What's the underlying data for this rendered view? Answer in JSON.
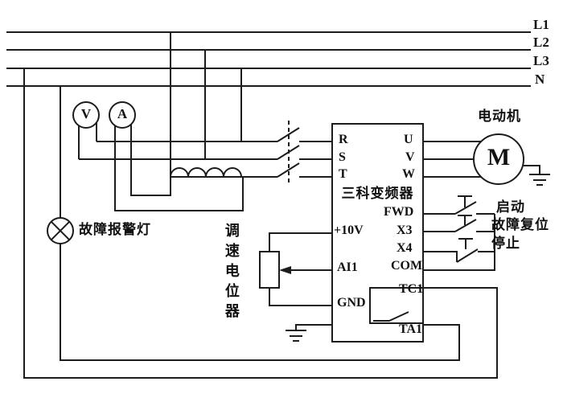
{
  "rails": {
    "labels": [
      "L1",
      "L2",
      "L3",
      "N"
    ]
  },
  "meters": {
    "voltmeter_symbol": "V",
    "ammeter_symbol": "A"
  },
  "motor": {
    "label": "电动机",
    "symbol": "M"
  },
  "lamp": {
    "label": "故障报警灯"
  },
  "potentiometer": {
    "label": "调速电位器"
  },
  "inverter": {
    "name": "三科变频器",
    "terminals": {
      "r": "R",
      "s": "S",
      "t": "T",
      "u": "U",
      "v": "V",
      "w": "W",
      "fwd": "FWD",
      "plus10v": "+10V",
      "x3": "X3",
      "x4": "X4",
      "ai1": "AI1",
      "com": "COM",
      "gnd": "GND",
      "tc1": "TC1",
      "ta1": "TA1"
    }
  },
  "buttons": {
    "start": "启动",
    "fault_reset": "故障复位",
    "stop": "停止"
  },
  "colors": {
    "line": "#1c1c1c",
    "background": "#ffffff"
  }
}
